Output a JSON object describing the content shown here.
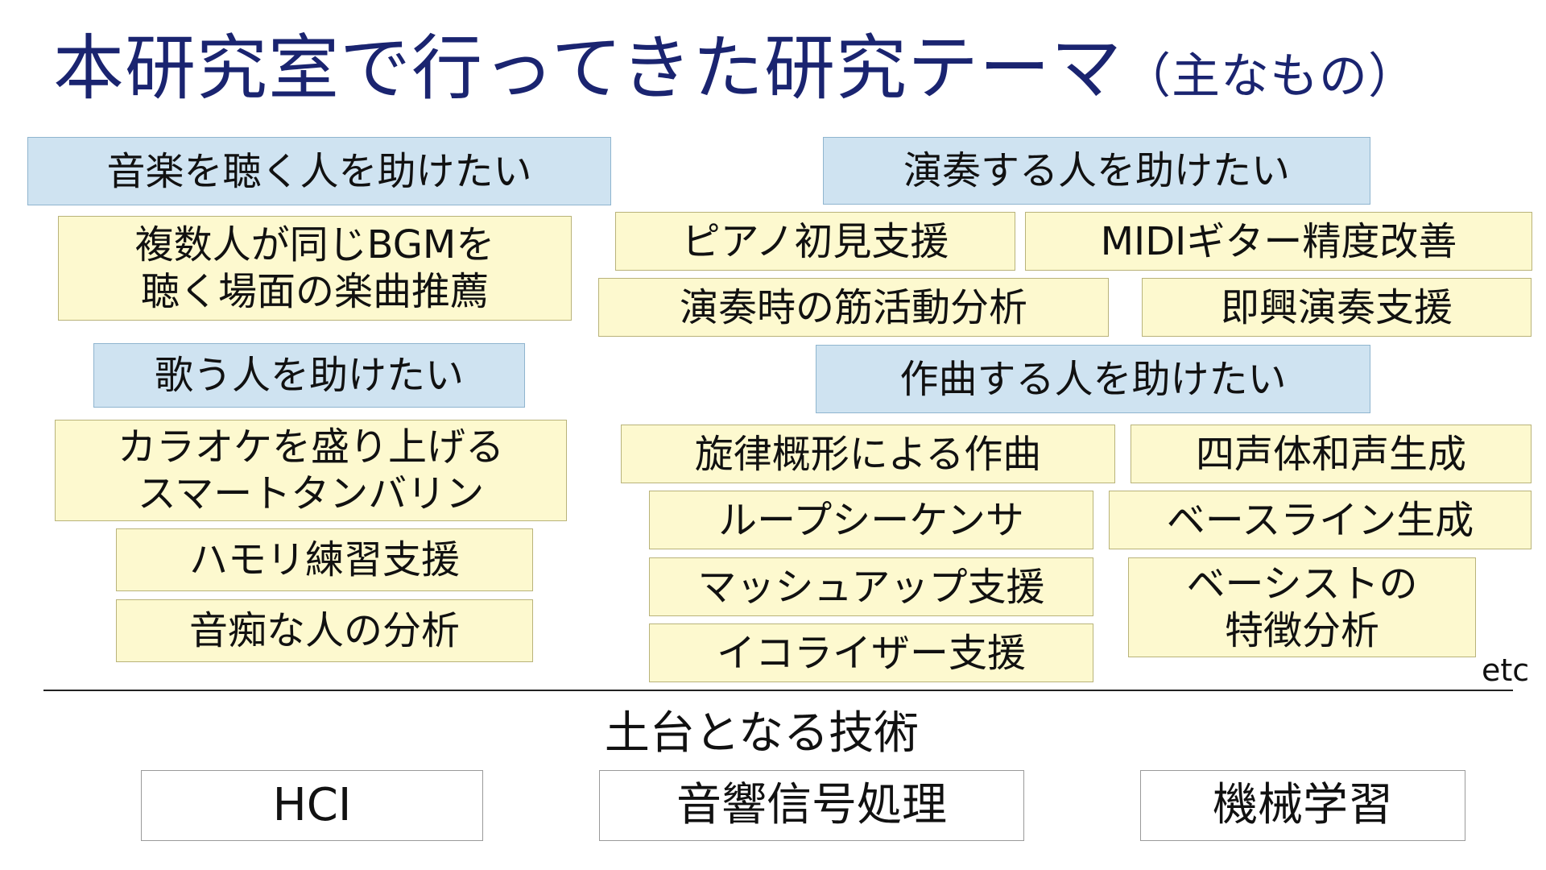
{
  "title": {
    "main": "本研究室で行ってきた研究テーマ",
    "sub": "（主なもの）"
  },
  "categories": {
    "listen": "音楽を聴く人を助けたい",
    "play": "演奏する人を助けたい",
    "sing": "歌う人を助けたい",
    "compose": "作曲する人を助けたい"
  },
  "items": {
    "bgm": [
      "複数人が同じBGMを",
      "聴く場面の楽曲推薦"
    ],
    "piano": "ピアノ初見支援",
    "midi_guitar": "MIDIギター精度改善",
    "muscle": "演奏時の筋活動分析",
    "improv": "即興演奏支援",
    "karaoke": [
      "カラオケを盛り上げる",
      "スマートタンバリン"
    ],
    "harmony_practice": "ハモリ練習支援",
    "tone_deaf": "音痴な人の分析",
    "melody_shape": "旋律概形による作曲",
    "four_part": "四声体和声生成",
    "loop": "ループシーケンサ",
    "bassline": "ベースライン生成",
    "mashup": "マッシュアップ支援",
    "bassist": [
      "ベーシストの",
      "特徴分析"
    ],
    "equalizer": "イコライザー支援"
  },
  "etc": "etc",
  "foundation": {
    "title": "土台となる技術",
    "items": [
      "HCI",
      "音響信号処理",
      "機械学習"
    ]
  }
}
